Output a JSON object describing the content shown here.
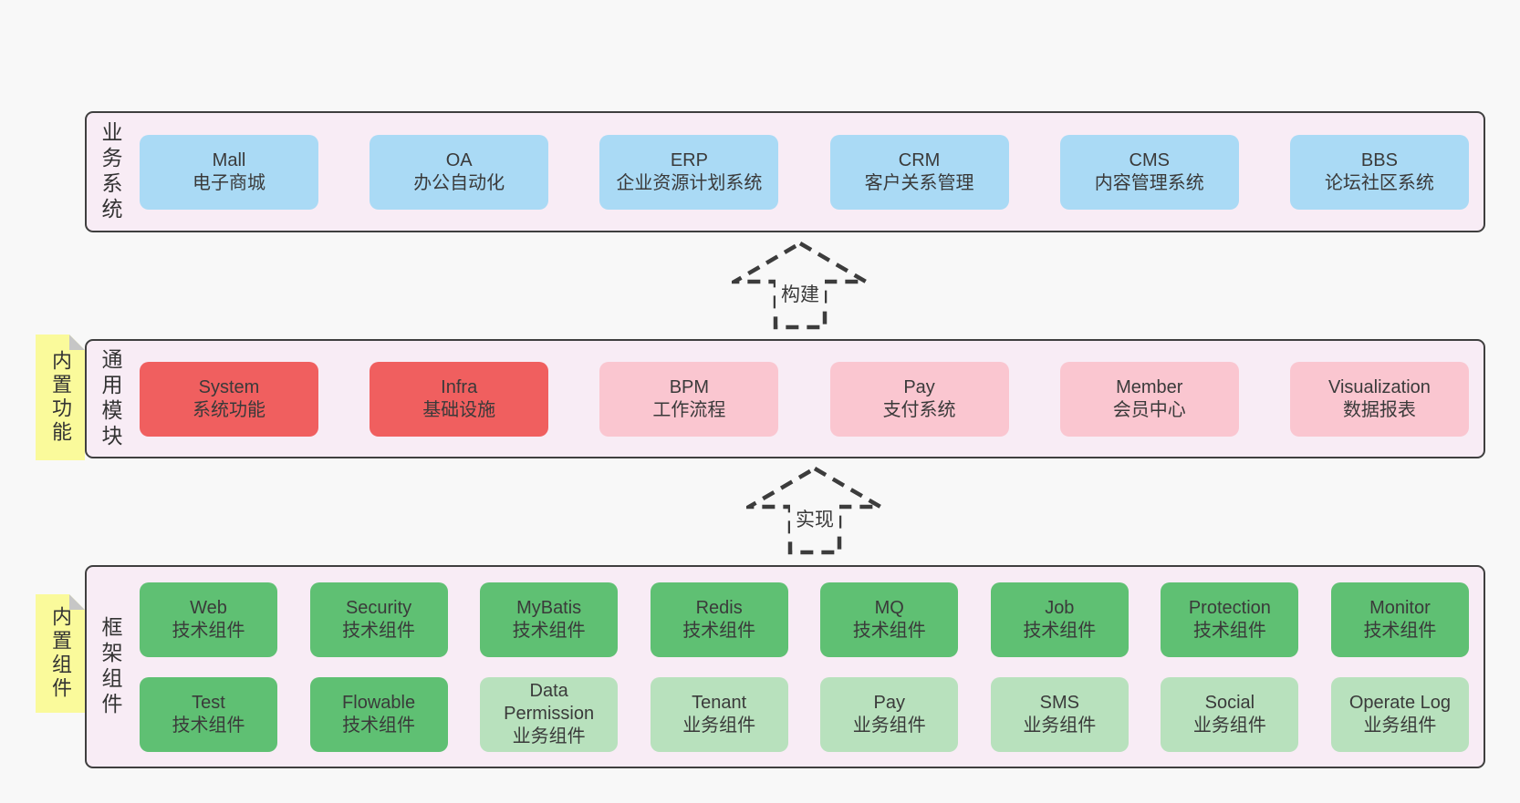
{
  "palette": {
    "blue": "#aadaf5",
    "red": "#f05f5f",
    "pink": "#fac6d0",
    "green": "#5fc073",
    "light_green": "#b8e1bd",
    "band_fill": "#f8ecf5",
    "band_border": "#3f3f3f",
    "note_yellow": "#fafa9b",
    "note_fold": "#c6c6c6",
    "text": "#3a3a3a",
    "page_bg": "#f8f8f8"
  },
  "notes": [
    {
      "text": "内置功能"
    },
    {
      "text": "内置组件"
    }
  ],
  "arrows": [
    {
      "label": "构建"
    },
    {
      "label": "实现"
    }
  ],
  "bands": [
    {
      "key": "business-systems",
      "label": "业务系统",
      "box_rows": [
        [
          {
            "name": "Mall",
            "subtitle": "电子商城",
            "variant": "blue"
          },
          {
            "name": "OA",
            "subtitle": "办公自动化",
            "variant": "blue"
          },
          {
            "name": "ERP",
            "subtitle": "企业资源计划系统",
            "variant": "blue"
          },
          {
            "name": "CRM",
            "subtitle": "客户关系管理",
            "variant": "blue"
          },
          {
            "name": "CMS",
            "subtitle": "内容管理系统",
            "variant": "blue"
          },
          {
            "name": "BBS",
            "subtitle": "论坛社区系统",
            "variant": "blue"
          }
        ]
      ]
    },
    {
      "key": "common-modules",
      "label": "通用模块",
      "box_rows": [
        [
          {
            "name": "System",
            "subtitle": "系统功能",
            "variant": "red"
          },
          {
            "name": "Infra",
            "subtitle": "基础设施",
            "variant": "red"
          },
          {
            "name": "BPM",
            "subtitle": "工作流程",
            "variant": "pink"
          },
          {
            "name": "Pay",
            "subtitle": "支付系统",
            "variant": "pink"
          },
          {
            "name": "Member",
            "subtitle": "会员中心",
            "variant": "pink"
          },
          {
            "name": "Visualization",
            "subtitle": "数据报表",
            "variant": "pink"
          }
        ]
      ]
    },
    {
      "key": "framework-components",
      "label": "框架组件",
      "box_rows": [
        [
          {
            "name": "Web",
            "subtitle": "技术组件",
            "variant": "green"
          },
          {
            "name": "Security",
            "subtitle": "技术组件",
            "variant": "green"
          },
          {
            "name": "MyBatis",
            "subtitle": "技术组件",
            "variant": "green"
          },
          {
            "name": "Redis",
            "subtitle": "技术组件",
            "variant": "green"
          },
          {
            "name": "MQ",
            "subtitle": "技术组件",
            "variant": "green"
          },
          {
            "name": "Job",
            "subtitle": "技术组件",
            "variant": "green"
          },
          {
            "name": "Protection",
            "subtitle": "技术组件",
            "variant": "green"
          },
          {
            "name": "Monitor",
            "subtitle": "技术组件",
            "variant": "green"
          }
        ],
        [
          {
            "name": "Test",
            "subtitle": "技术组件",
            "variant": "green"
          },
          {
            "name": "Flowable",
            "subtitle": "技术组件",
            "variant": "green"
          },
          {
            "name": "Data Permission",
            "subtitle": "业务组件",
            "variant": "light_green"
          },
          {
            "name": "Tenant",
            "subtitle": "业务组件",
            "variant": "light_green"
          },
          {
            "name": "Pay",
            "subtitle": "业务组件",
            "variant": "light_green"
          },
          {
            "name": "SMS",
            "subtitle": "业务组件",
            "variant": "light_green"
          },
          {
            "name": "Social",
            "subtitle": "业务组件",
            "variant": "light_green"
          },
          {
            "name": "Operate Log",
            "subtitle": "业务组件",
            "variant": "light_green"
          }
        ]
      ]
    }
  ]
}
